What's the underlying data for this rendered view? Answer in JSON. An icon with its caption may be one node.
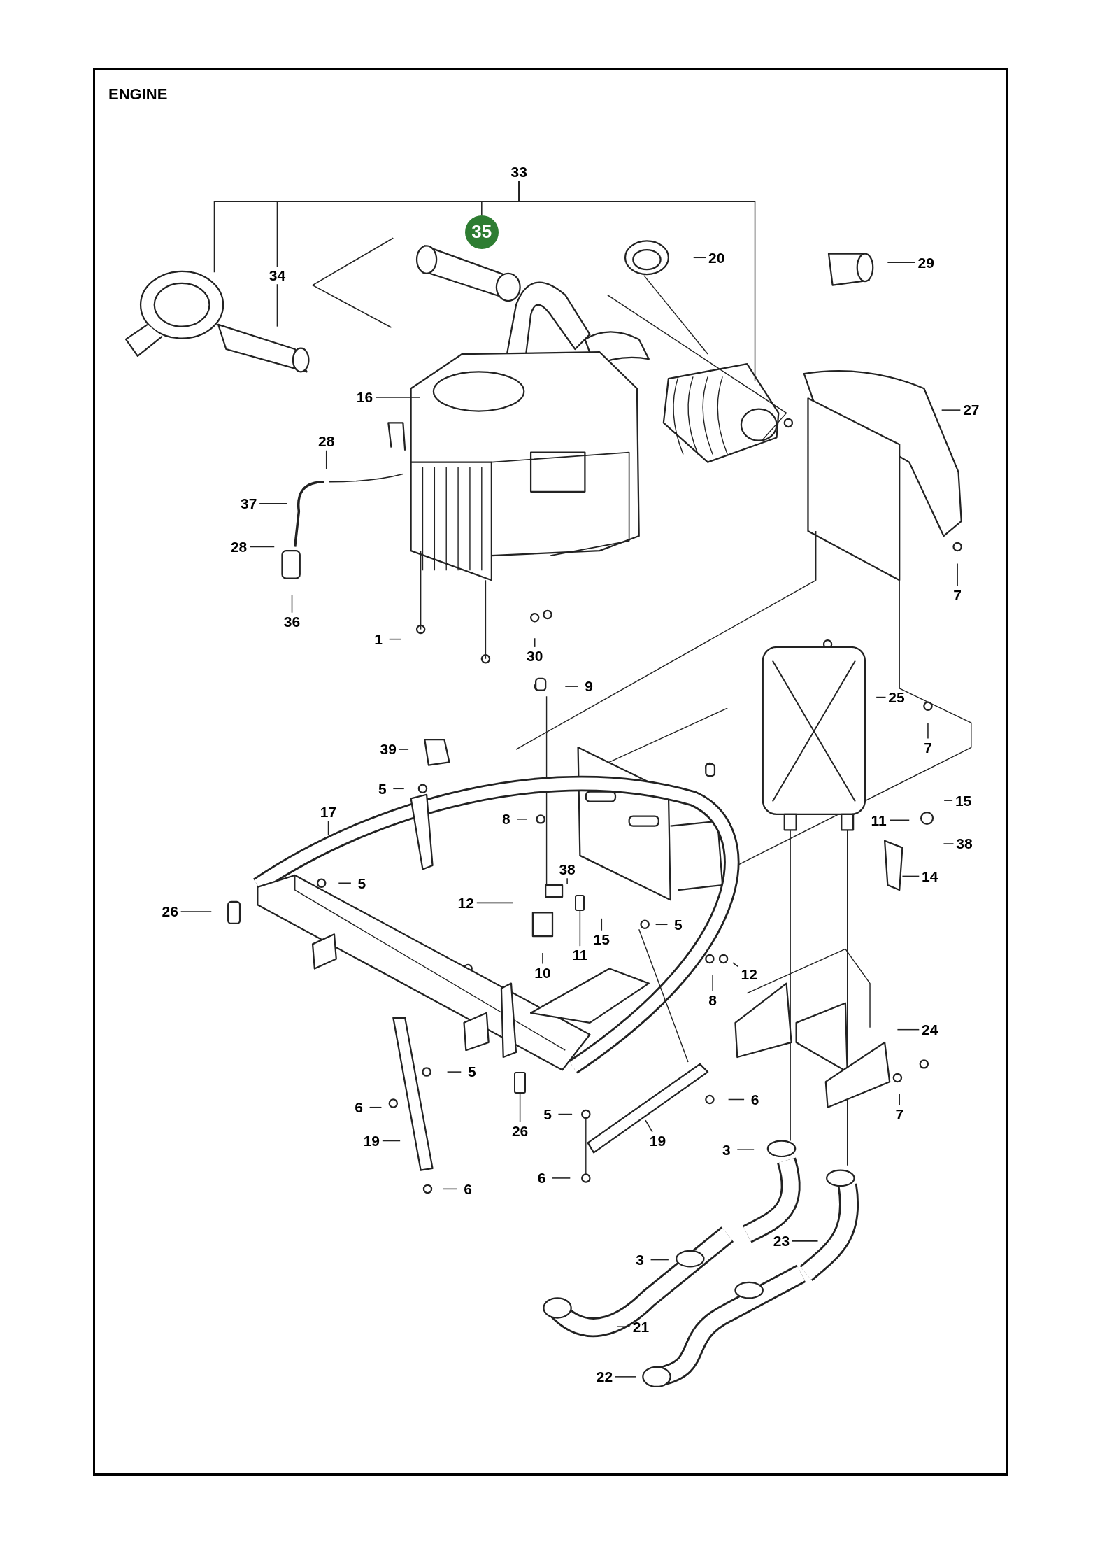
{
  "diagram": {
    "title": "ENGINE",
    "nodes": [
      {
        "text": [
          "33"
        ]
      },
      {
        "text": [
          "35"
        ]
      },
      {
        "text": [
          "34"
        ]
      },
      {
        "text": [
          "20"
        ]
      },
      {
        "text": [
          "29"
        ]
      },
      {
        "text": [
          "16"
        ]
      },
      {
        "text": [
          "27"
        ]
      },
      {
        "text": [
          "28"
        ]
      },
      {
        "text": [
          "37"
        ]
      },
      {
        "text": [
          "28"
        ]
      },
      {
        "text": [
          "7"
        ]
      },
      {
        "text": [
          "36"
        ]
      },
      {
        "text": [
          "1"
        ]
      },
      {
        "text": [
          "30"
        ]
      },
      {
        "text": [
          "9"
        ]
      },
      {
        "text": [
          "25"
        ]
      },
      {
        "text": [
          "39"
        ]
      },
      {
        "text": [
          "7"
        ]
      },
      {
        "text": [
          "5"
        ]
      },
      {
        "text": [
          "15"
        ]
      },
      {
        "text": [
          "17"
        ]
      },
      {
        "text": [
          "8"
        ]
      },
      {
        "text": [
          "11"
        ]
      },
      {
        "text": [
          "38"
        ]
      },
      {
        "text": [
          "38"
        ]
      },
      {
        "text": [
          "14"
        ]
      },
      {
        "text": [
          "5"
        ]
      },
      {
        "text": [
          "12"
        ]
      },
      {
        "text": [
          "26"
        ]
      },
      {
        "text": [
          "5"
        ]
      },
      {
        "text": [
          "15"
        ]
      },
      {
        "text": [
          "11"
        ]
      },
      {
        "text": [
          "10"
        ]
      },
      {
        "text": [
          "12"
        ]
      },
      {
        "text": [
          "8"
        ]
      },
      {
        "text": [
          "24"
        ]
      },
      {
        "text": [
          "5"
        ]
      },
      {
        "text": [
          "6"
        ]
      },
      {
        "text": [
          "6"
        ]
      },
      {
        "text": [
          "7"
        ]
      },
      {
        "text": [
          "5"
        ]
      },
      {
        "text": [
          "26"
        ]
      },
      {
        "text": [
          "19"
        ]
      },
      {
        "text": [
          "19"
        ]
      },
      {
        "text": [
          "3"
        ]
      },
      {
        "text": [
          "6"
        ]
      },
      {
        "text": [
          "6"
        ]
      },
      {
        "text": [
          "23"
        ]
      },
      {
        "text": [
          "3"
        ]
      },
      {
        "text": [
          "21"
        ]
      },
      {
        "text": [
          "22"
        ]
      },
      {
        "text": [],
        "shape": "box"
      },
      {
        "text": [],
        "shape": "box"
      }
    ],
    "edges": [
      {
        "from": 0,
        "to": 1,
        "arrow": "none"
      },
      {
        "from": 0,
        "to": 2,
        "arrow": "none"
      },
      {
        "from": 0,
        "to": null,
        "arrow": "none"
      },
      {
        "from": 0,
        "to": null,
        "arrow": "none"
      },
      {
        "from": 2,
        "to": null,
        "arrow": "none"
      },
      {
        "from": 3,
        "to": null,
        "arrow": "none"
      },
      {
        "from": 4,
        "to": null,
        "arrow": "none"
      },
      {
        "from": 5,
        "to": null,
        "arrow": "none"
      },
      {
        "from": 6,
        "to": null,
        "arrow": "none"
      },
      {
        "from": 7,
        "to": null,
        "arrow": "none"
      },
      {
        "from": 8,
        "to": null,
        "arrow": "none"
      },
      {
        "from": 9,
        "to": null,
        "arrow": "none"
      },
      {
        "from": 10,
        "to": null,
        "arrow": "none"
      },
      {
        "from": 11,
        "to": null,
        "arrow": "none"
      },
      {
        "from": 12,
        "to": null,
        "arrow": "none"
      },
      {
        "from": 13,
        "to": null,
        "arrow": "none"
      },
      {
        "from": 14,
        "to": null,
        "arrow": "none"
      },
      {
        "from": 15,
        "to": null,
        "arrow": "none"
      },
      {
        "from": 16,
        "to": null,
        "arrow": "none"
      },
      {
        "from": 17,
        "to": null,
        "arrow": "none"
      },
      {
        "from": 18,
        "to": null,
        "arrow": "none"
      },
      {
        "from": 19,
        "to": null,
        "arrow": "none"
      },
      {
        "from": 20,
        "to": null,
        "arrow": "none"
      },
      {
        "from": 21,
        "to": null,
        "arrow": "none"
      },
      {
        "from": 22,
        "to": null,
        "arrow": "none"
      },
      {
        "from": 23,
        "to": null,
        "arrow": "none"
      },
      {
        "from": 24,
        "to": null,
        "arrow": "none"
      },
      {
        "from": 25,
        "to": null,
        "arrow": "none"
      },
      {
        "from": 26,
        "to": null,
        "arrow": "none"
      },
      {
        "from": 27,
        "to": null,
        "arrow": "none"
      },
      {
        "from": 28,
        "to": null,
        "arrow": "none"
      },
      {
        "from": 29,
        "to": null,
        "arrow": "none"
      },
      {
        "from": 30,
        "to": null,
        "arrow": "none"
      },
      {
        "from": 31,
        "to": 51,
        "arrow": "none"
      },
      {
        "from": 32,
        "to": null,
        "arrow": "none"
      },
      {
        "from": 33,
        "to": null,
        "arrow": "none"
      },
      {
        "from": 34,
        "to": null,
        "arrow": "none"
      },
      {
        "from": 35,
        "to": null,
        "arrow": "none"
      },
      {
        "from": 36,
        "to": null,
        "arrow": "none"
      },
      {
        "from": 37,
        "to": null,
        "arrow": "none"
      },
      {
        "from": 38,
        "to": null,
        "arrow": "none"
      },
      {
        "from": 39,
        "to": null,
        "arrow": "none"
      },
      {
        "from": 40,
        "to": null,
        "arrow": "none"
      },
      {
        "from": 41,
        "to": 52,
        "arrow": "none"
      },
      {
        "from": 42,
        "to": null,
        "arrow": "none"
      },
      {
        "from": 43,
        "to": null,
        "arrow": "none"
      },
      {
        "from": 44,
        "to": null,
        "arrow": "none"
      },
      {
        "from": 45,
        "to": null,
        "arrow": "none"
      },
      {
        "from": 46,
        "to": null,
        "arrow": "none"
      },
      {
        "from": 47,
        "to": null,
        "arrow": "none"
      },
      {
        "from": 48,
        "to": null,
        "arrow": "none"
      },
      {
        "from": 49,
        "to": null,
        "arrow": "none"
      },
      {
        "from": 50,
        "to": null,
        "arrow": "none"
      }
    ]
  }
}
